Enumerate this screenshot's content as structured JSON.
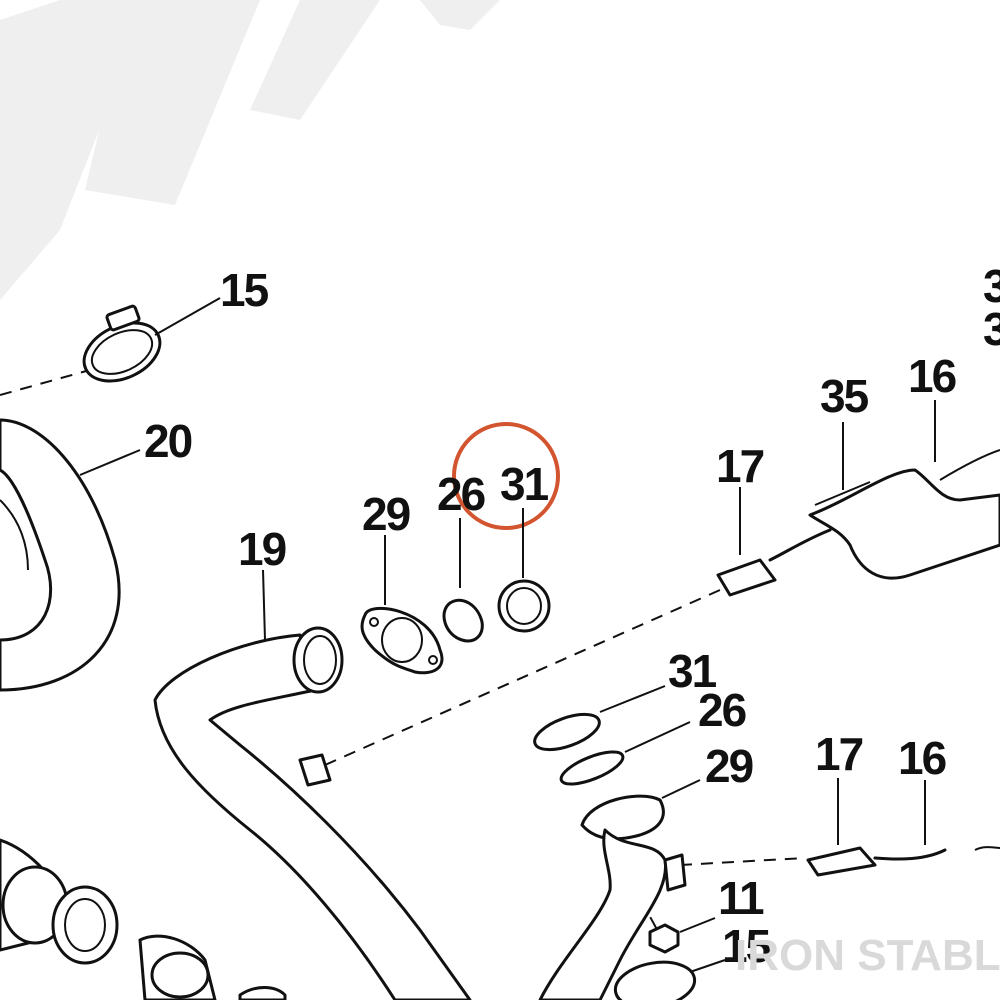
{
  "callouts": {
    "c15_top": "15",
    "c20": "20",
    "c19": "19",
    "c29_top": "29",
    "c26_top": "26",
    "c31_top": "31",
    "c17_top": "17",
    "c35": "35",
    "c16_top": "16",
    "c3a": "3",
    "c3b": "3",
    "c31_mid": "31",
    "c26_mid": "26",
    "c29_mid": "29",
    "c17_bot": "17",
    "c16_bot": "16",
    "c11": "11",
    "c15_bot": "15"
  },
  "highlight": {
    "part": "31",
    "color": "#d2552f"
  },
  "watermark": "IRON STABLE"
}
